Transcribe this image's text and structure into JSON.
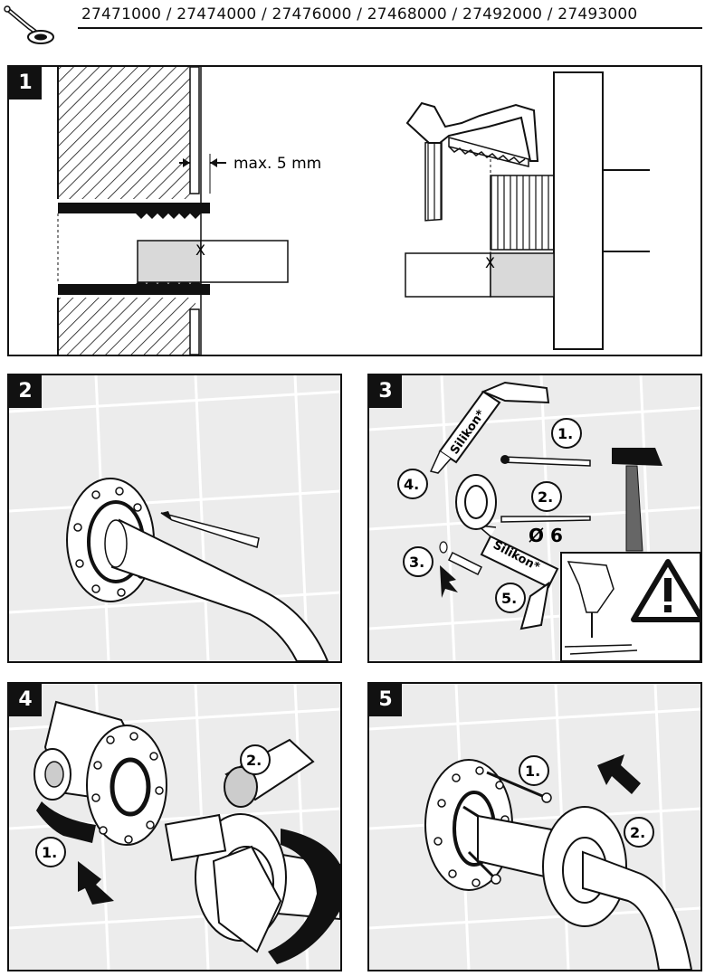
{
  "header": {
    "product_codes": "27471000 / 27474000 / 27476000 / 27468000 / 27492000 / 27493000"
  },
  "steps": [
    {
      "number": "1",
      "max_label": "max. 5 mm",
      "mark": "X"
    },
    {
      "number": "2"
    },
    {
      "number": "3",
      "silicone_1": "Silikon*",
      "silicone_2": "Silikon*",
      "drill_size": "Ø 6",
      "sub": [
        "1.",
        "2.",
        "3.",
        "4.",
        "5."
      ]
    },
    {
      "number": "4",
      "sub": [
        "1.",
        "2."
      ]
    },
    {
      "number": "5",
      "sub": [
        "1.",
        "2."
      ]
    }
  ],
  "colors": {
    "ink": "#111111",
    "tile_bg": "#ececec",
    "pipe_fill": "#d9d9d9",
    "grout": "#ffffff"
  }
}
